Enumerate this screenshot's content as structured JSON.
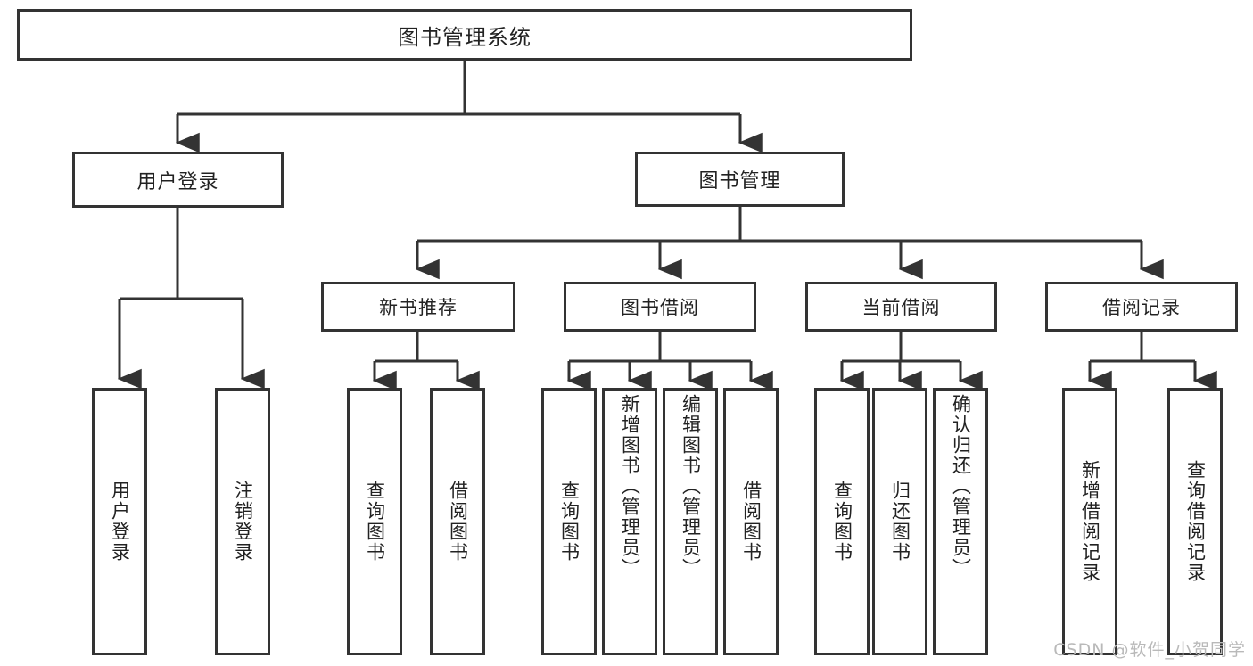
{
  "diagram": {
    "title": "图书管理系统",
    "watermark": "CSDN @软件_小贺同学",
    "colors": {
      "stroke": "#333333",
      "fill": "#ffffff",
      "text": "#222222",
      "watermark": "#b9b9b9"
    },
    "levels": {
      "root": {
        "label": "图书管理系统"
      },
      "level2": [
        {
          "label": "用户登录"
        },
        {
          "label": "图书管理"
        }
      ],
      "level3": [
        {
          "label": "新书推荐"
        },
        {
          "label": "图书借阅"
        },
        {
          "label": "当前借阅"
        },
        {
          "label": "借阅记录"
        }
      ],
      "leaves": {
        "user_login": [
          {
            "label": "用户登录"
          },
          {
            "label": "注销登录"
          }
        ],
        "new_book_recommend": [
          {
            "label": "查询图书"
          },
          {
            "label": "借阅图书"
          }
        ],
        "book_borrow": [
          {
            "label": "查询图书"
          },
          {
            "label": "新增图书（管理员）"
          },
          {
            "label": "编辑图书（管理员）"
          },
          {
            "label": "借阅图书"
          }
        ],
        "current_borrow": [
          {
            "label": "查询图书"
          },
          {
            "label": "归还图书"
          },
          {
            "label": "确认归还（管理员）"
          }
        ],
        "borrow_records": [
          {
            "label": "新增借阅记录"
          },
          {
            "label": "查询借阅记录"
          }
        ]
      }
    }
  }
}
